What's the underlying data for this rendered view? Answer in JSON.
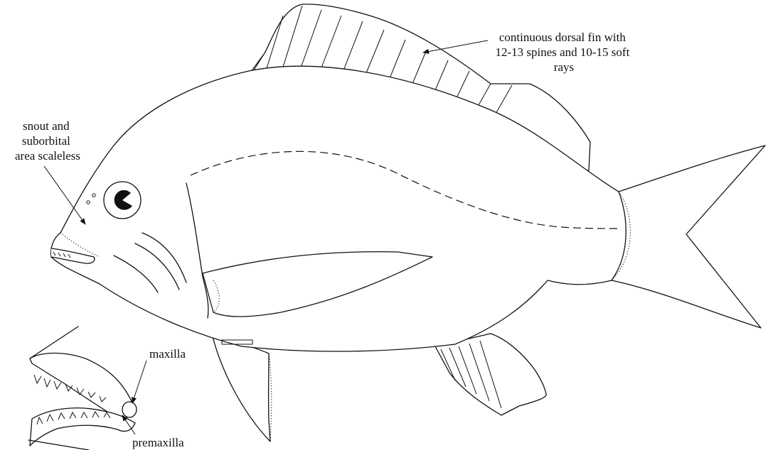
{
  "labels": {
    "dorsal_fin": [
      "continuous dorsal fin with",
      "12-13 spines and 10-15 soft",
      "rays"
    ],
    "snout": [
      "snout and",
      "suborbital",
      "area scaleless"
    ],
    "maxilla": "maxilla",
    "premaxilla": "premaxilla"
  }
}
